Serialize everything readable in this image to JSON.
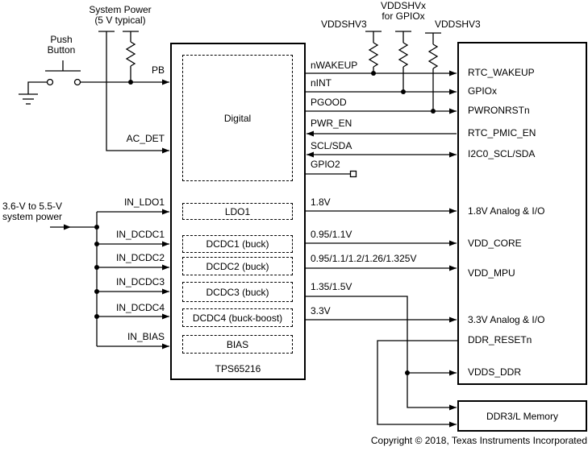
{
  "power_input": {
    "system_power_title": "System Power",
    "system_power_subtitle": "(5 V typical)",
    "push_button_label": "Push\nButton",
    "dc_input_label": "3.6-V to 5.5-V\nsystem power"
  },
  "pmic": {
    "part_number": "TPS65216",
    "sub_blocks": {
      "digital": "Digital",
      "ldo1": "LDO1",
      "dcdc1": "DCDC1 (buck)",
      "dcdc2": "DCDC2 (buck)",
      "dcdc3": "DCDC3 (buck)",
      "dcdc4": "DCDC4 (buck-boost)",
      "bias": "BIAS"
    },
    "left_pins": {
      "pb": "PB",
      "ac_det": "AC_DET",
      "in_ldo1": "IN_LDO1",
      "in_dcdc1": "IN_DCDC1",
      "in_dcdc2": "IN_DCDC2",
      "in_dcdc3": "IN_DCDC3",
      "in_dcdc4": "IN_DCDC4",
      "in_bias": "IN_BIAS"
    },
    "right_pins": {
      "nwakeup": "nWAKEUP",
      "nint": "nINT",
      "pgood": "PGOOD",
      "pwr_en": "PWR_EN",
      "scl_sda": "SCL/SDA",
      "gpio2": "GPIO2",
      "rail_ldo1": "1.8V",
      "rail_dcdc1": "0.95/1.1V",
      "rail_dcdc2": "0.95/1.1/1.2/1.26/1.325V",
      "rail_dcdc3": "1.35/1.5V",
      "rail_dcdc4": "3.3V"
    }
  },
  "pullups": {
    "left": "VDDSHV3",
    "middle": "VDDSHVx\nfor GPIOx",
    "right": "VDDSHV3"
  },
  "soc": {
    "pins": {
      "rtc_wakeup": "RTC_WAKEUP",
      "gpiox": "GPIOx",
      "pwronrstn": "PWRONRSTn",
      "rtc_pmic_en": "RTC_PMIC_EN",
      "i2c0_scl_sda": "I2C0_SCL/SDA",
      "analog_1v8": "1.8V Analog & I/O",
      "vdd_core": "VDD_CORE",
      "vdd_mpu": "VDD_MPU",
      "analog_3v3": "3.3V Analog & I/O",
      "ddr_resetn": "DDR_RESETn",
      "vdds_ddr": "VDDS_DDR"
    }
  },
  "memory": {
    "label": "DDR3/L Memory"
  },
  "footer": {
    "copyright": "Copyright © 2018, Texas Instruments Incorporated"
  },
  "colors": {
    "line": "#000000",
    "background": "#ffffff"
  }
}
